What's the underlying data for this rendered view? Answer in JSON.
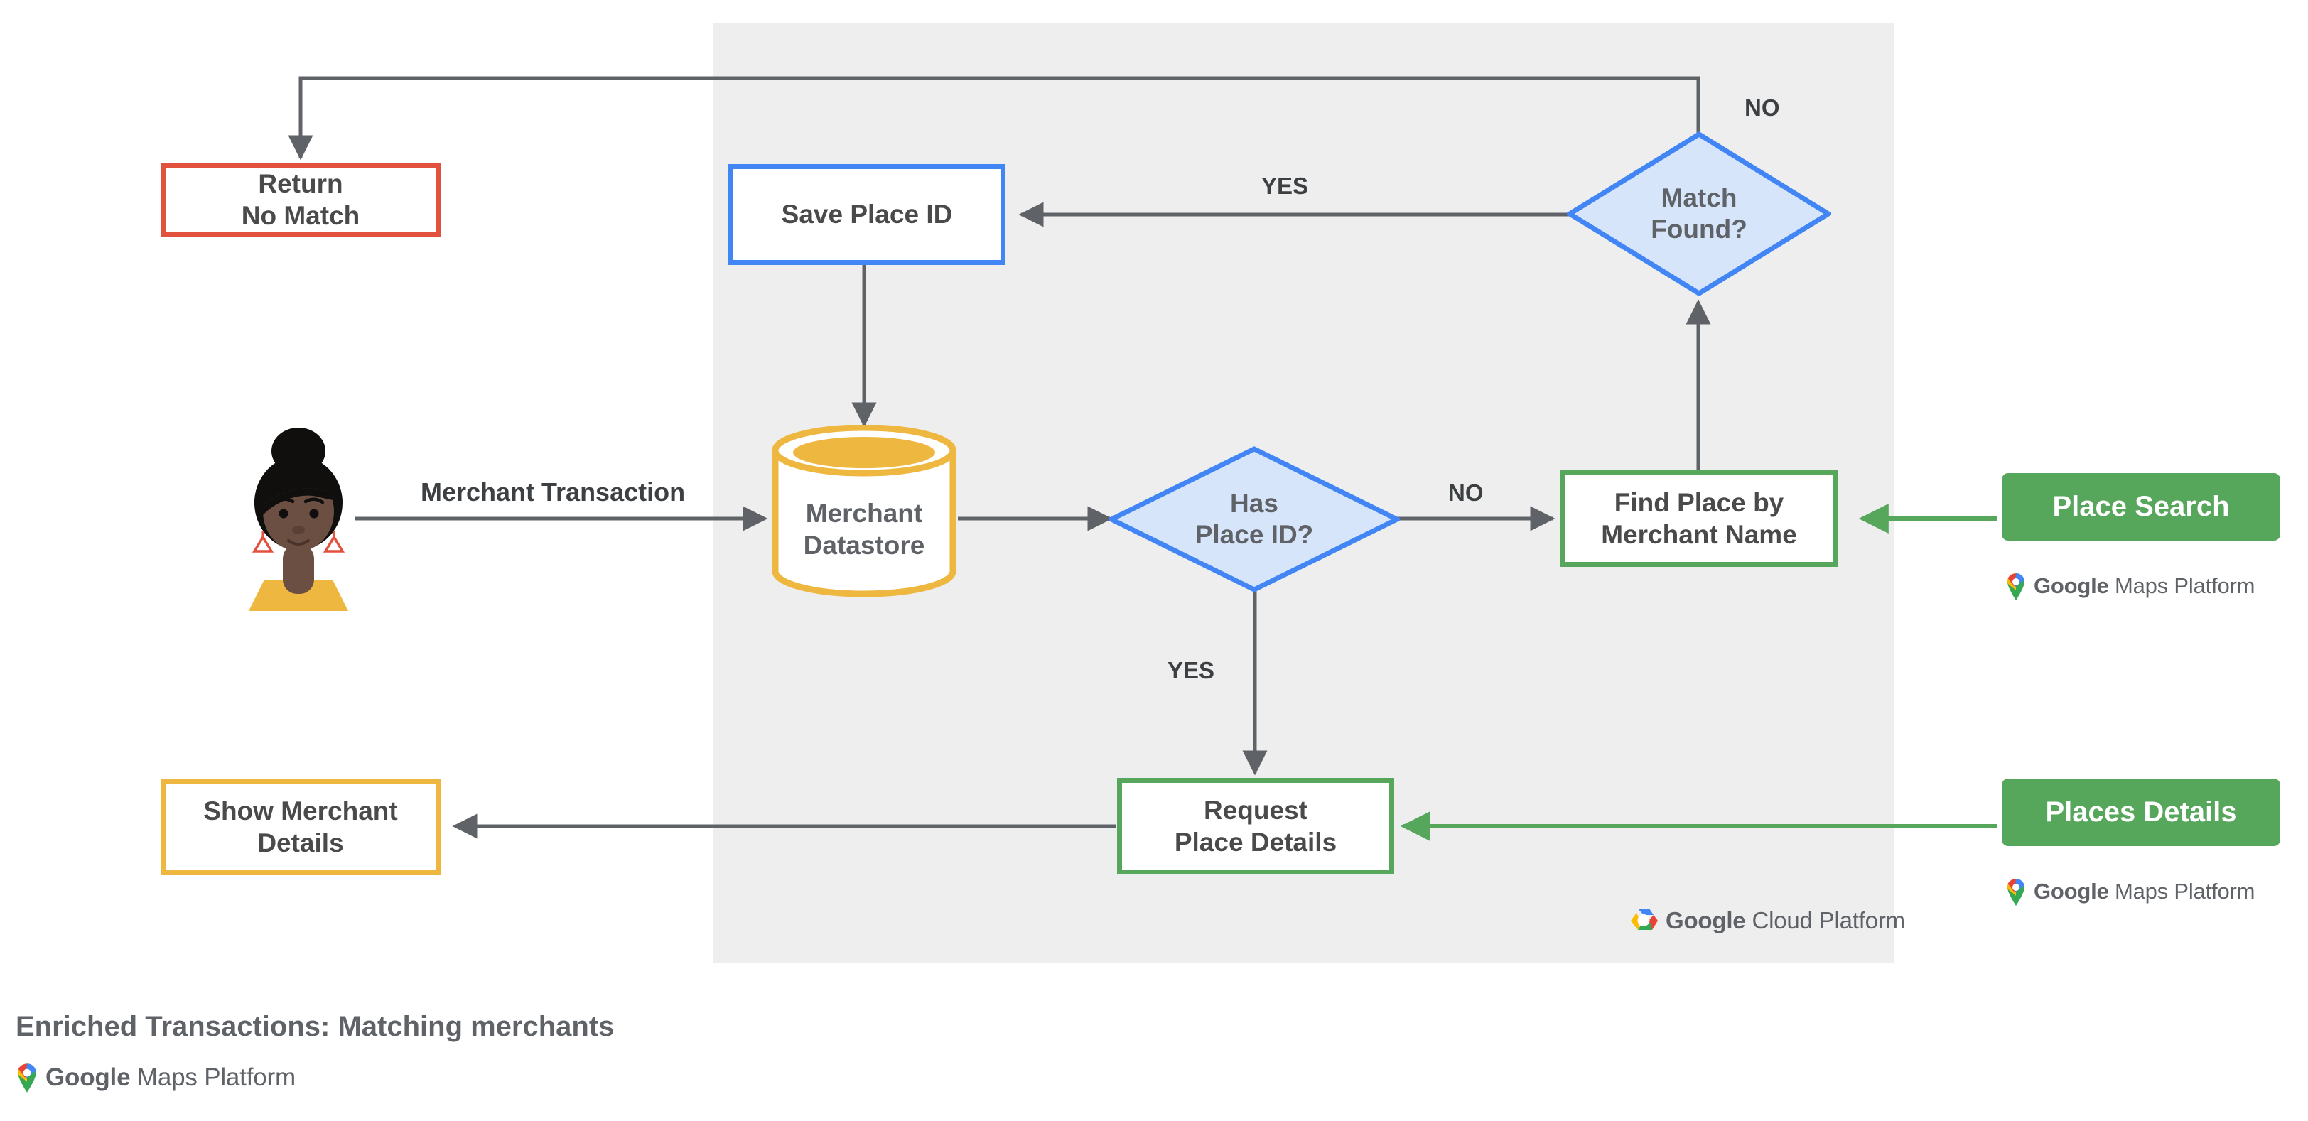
{
  "diagram": {
    "caption": "Enriched Transactions: Matching merchants",
    "panel_label": "google-cloud-platform-region",
    "nodes": {
      "return_no_match": {
        "label": "Return\nNo Match",
        "border_color": "#e2513e",
        "shape": "rectangle"
      },
      "save_place_id": {
        "label": "Save Place ID",
        "border_color": "#4285f4",
        "shape": "rectangle"
      },
      "match_found": {
        "label": "Match\nFound?",
        "fill": "#d7e5fb",
        "border_color": "#4285f4",
        "shape": "diamond"
      },
      "merchant_datastore": {
        "label": "Merchant\nDatastore",
        "border_color": "#eeb73f",
        "shape": "cylinder"
      },
      "has_place_id": {
        "label": "Has\nPlace ID?",
        "fill": "#d7e5fb",
        "border_color": "#4285f4",
        "shape": "diamond"
      },
      "find_place_by_merchant_name": {
        "label": "Find Place by\nMerchant Name",
        "border_color": "#56a75c",
        "shape": "rectangle"
      },
      "place_search": {
        "label": "Place Search",
        "fill": "#56a75c",
        "shape": "rounded-filled"
      },
      "show_merchant_details": {
        "label": "Show Merchant\nDetails",
        "border_color": "#eeb73f",
        "shape": "rectangle"
      },
      "request_place_details": {
        "label": "Request\nPlace Details",
        "border_color": "#56a75c",
        "shape": "rectangle"
      },
      "places_details": {
        "label": "Places Details",
        "fill": "#56a75c",
        "shape": "rounded-filled"
      }
    },
    "edge_labels": {
      "merchant_transaction": "Merchant Transaction",
      "match_found_yes": "YES",
      "match_found_no": "NO",
      "has_place_id_no": "NO",
      "has_place_id_yes": "YES"
    },
    "logos": {
      "maps_platform_brand": "Google",
      "maps_platform_product": "Maps Platform",
      "cloud_platform_brand": "Google",
      "cloud_platform_product": "Cloud Platform"
    }
  }
}
